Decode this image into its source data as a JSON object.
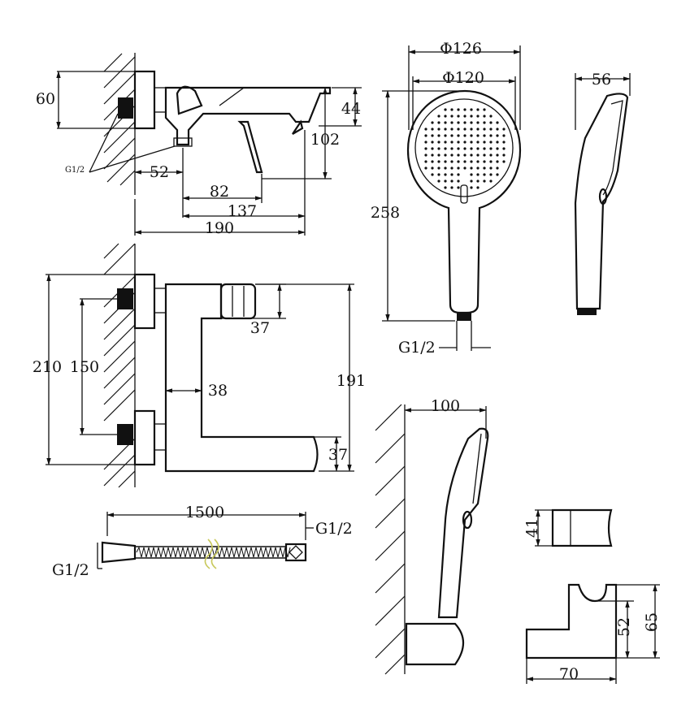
{
  "view_top": {
    "dims": {
      "d60": "60",
      "d44": "44",
      "d102": "102",
      "d52": "52",
      "d82": "82",
      "d137": "137",
      "d190": "190"
    },
    "thread_label": "G1/2"
  },
  "view_front": {
    "dims": {
      "d210": "210",
      "d150": "150",
      "d37a": "37",
      "d38": "38",
      "d191": "191",
      "d37b": "37"
    }
  },
  "hose": {
    "length": "1500",
    "thread_left": "G1/2",
    "thread_right": "G1/2"
  },
  "handshower_front": {
    "dims": {
      "dia126": "Φ126",
      "dia120": "Φ120",
      "d258": "258"
    },
    "thread_label": "G1/2"
  },
  "handshower_side": {
    "dims": {
      "d56": "56"
    }
  },
  "handshower_mounted": {
    "dims": {
      "d100": "100"
    }
  },
  "holder": {
    "dims": {
      "d41": "41",
      "d52": "52",
      "d65": "65",
      "d70": "70"
    }
  }
}
